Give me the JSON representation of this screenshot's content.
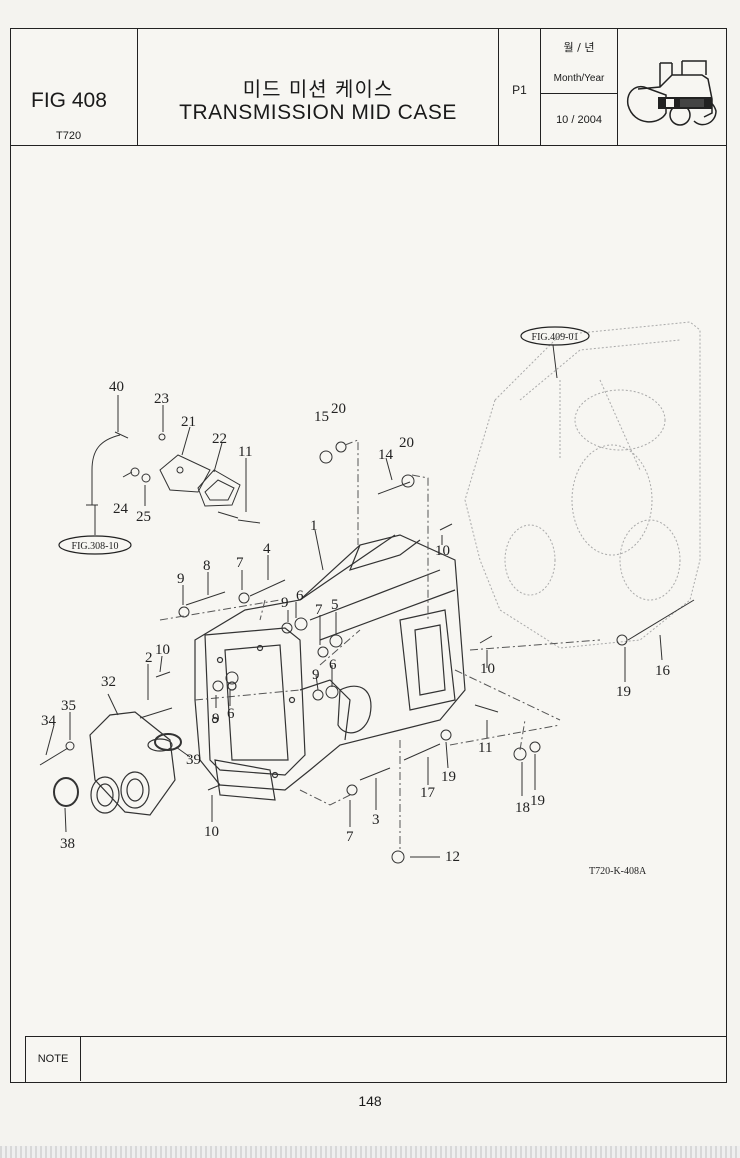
{
  "header": {
    "fig_label": "FIG 408",
    "model": "T720",
    "title_korean": "미드 미션 케이스",
    "title_english": "TRANSMISSION MID CASE",
    "page_code": "P1",
    "date_label_korean": "월 / 년",
    "date_label_english": "Month/Year",
    "date_value": "10 / 2004",
    "logo": "tractor-icon"
  },
  "diagram": {
    "reference_top": "FIG.409-01",
    "reference_left": "FIG.308-10",
    "drawing_code": "T720-K-408A",
    "callouts": {
      "c1": "1",
      "c2": "2",
      "c3": "3",
      "c4": "4",
      "c5": "5",
      "c6a": "6",
      "c6b": "6",
      "c6c": "6",
      "c7a": "7",
      "c7b": "7",
      "c7c": "7",
      "c8": "8",
      "c9a": "9",
      "c9b": "9",
      "c9c": "9",
      "c9d": "9",
      "c10a": "10",
      "c10b": "10",
      "c10c": "10",
      "c10d": "10",
      "c11a": "11",
      "c11b": "11",
      "c12": "12",
      "c14": "14",
      "c15": "15",
      "c16": "16",
      "c17": "17",
      "c18": "18",
      "c19a": "19",
      "c19b": "19",
      "c19c": "19",
      "c20a": "20",
      "c20b": "20",
      "c21": "21",
      "c22": "22",
      "c23": "23",
      "c24": "24",
      "c25": "25",
      "c32": "32",
      "c34": "34",
      "c35": "35",
      "c38": "38",
      "c39": "39",
      "c40": "40"
    }
  },
  "note": {
    "label": "NOTE",
    "text": ""
  },
  "footer": {
    "page_number": "148"
  }
}
